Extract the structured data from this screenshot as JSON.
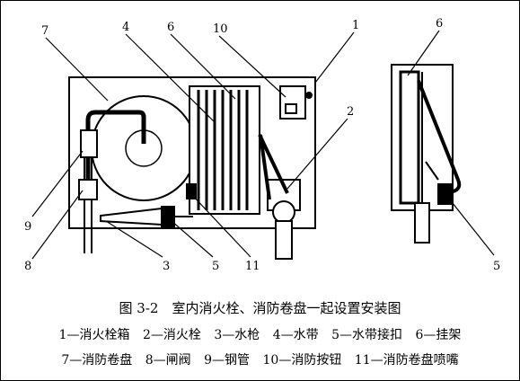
{
  "callouts": {
    "front": [
      "7",
      "4",
      "6",
      "10",
      "1",
      "2",
      "9",
      "8",
      "3",
      "5",
      "11"
    ],
    "side": [
      "6",
      "5"
    ]
  },
  "caption": {
    "figure_title": "图 3-2　室内消火栓、消防卷盘一起设置安装图",
    "legend_row1": [
      "1—消火栓箱",
      "2—消火栓",
      "3—水枪",
      "4—水带",
      "5—水带接扣",
      "6—挂架"
    ],
    "legend_row2": [
      "7—消防卷盘",
      "8—闸阀",
      "9—钢管",
      "10—消防按钮",
      "11—消防卷盘喷嘴"
    ]
  }
}
